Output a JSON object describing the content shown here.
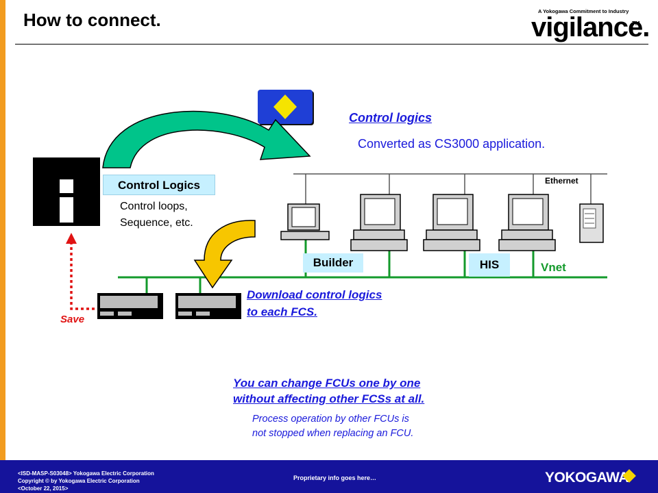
{
  "slide": {
    "title": "How to connect.",
    "logo": {
      "tagline": "A Yokogawa Commitment to Industry",
      "word": "vigilance.",
      "tm": "TM"
    }
  },
  "diagram": {
    "control_logics_title": "Control logics",
    "control_logics_sub": "Converted as CS3000 application.",
    "ethernet_label": "Ethernet",
    "control_logics_box": "Control Logics",
    "control_loops_line1": "Control loops,",
    "control_loops_line2": "Sequence, etc.",
    "builder_label": "Builder",
    "his_label": "HIS",
    "vnet_label": "Vnet",
    "download_line1": "Download control logics",
    "download_line2": "to each FCS.",
    "save_label": "Save",
    "change_line1": "You can change FCUs one by one",
    "change_line2": "without affecting other FCSs at all.",
    "process_line1": "Process operation by other FCUs is",
    "process_line2": "not stopped when replacing an FCU."
  },
  "footer": {
    "doc_id": "<ISD-MASP-S03048> Yokogawa Electric Corporation",
    "copyright": "Copyright © by Yokogawa Electric Corporation",
    "date": "<October 22, 2015>",
    "proprietary": "Proprietary info goes here…",
    "brand": "YOKOGAWA"
  },
  "colors": {
    "accent_stripe": "#f29c1f",
    "footer_bar": "#15139b",
    "label_box": "#c6f0ff",
    "link_blue": "#1a1adb",
    "vnet_green": "#139a2b",
    "arrow_green": "#00c48a",
    "arrow_yellow": "#f7c600",
    "save_red": "#e01313"
  },
  "icons": [
    "diamond-disk-icon",
    "info-i-icon",
    "workstation-icon",
    "server-tower-icon",
    "fcs-rack-icon",
    "yokogawa-diamond-icon"
  ]
}
